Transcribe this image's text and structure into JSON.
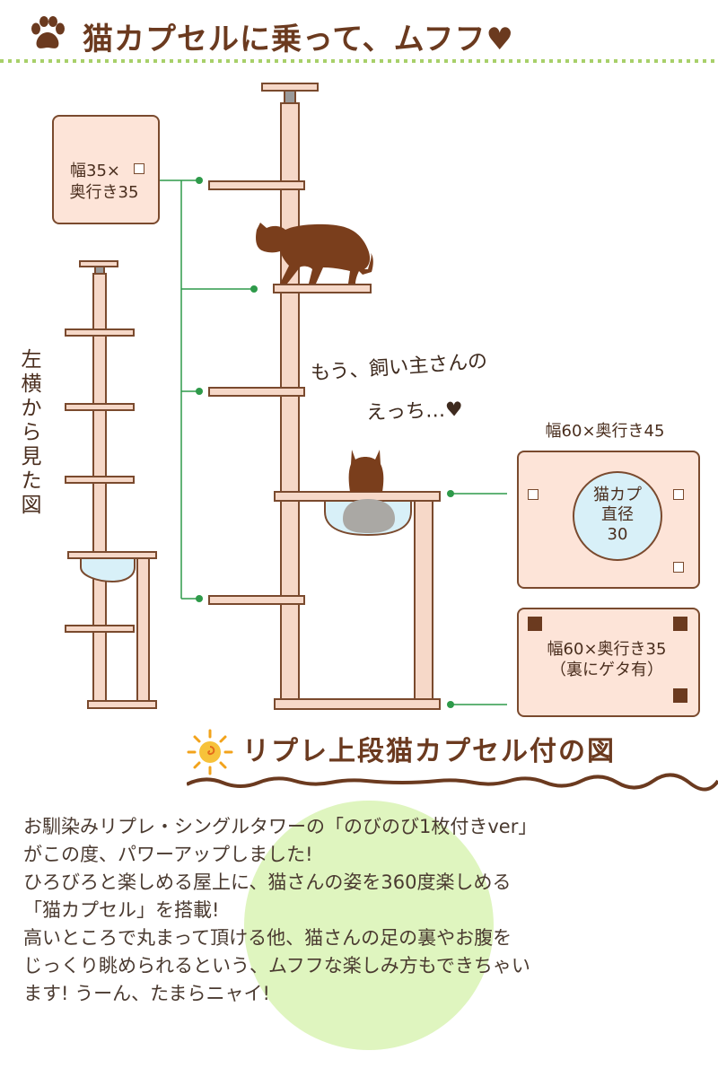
{
  "header": {
    "title": "猫カプセルに乗って、ムフフ♥",
    "icon": "paw-icon"
  },
  "colors": {
    "brown": "#6b3a1f",
    "wood": "#f6d8c8",
    "label_fill": "#fde4d8",
    "connector": "#2e9a4a",
    "green_circle": "#dff5bf",
    "capsule": "#d8f0f8"
  },
  "labels": {
    "top_shelf": [
      "幅35×",
      "奥行き35"
    ],
    "capsule_shelf_title": "幅60×奥行き45",
    "capsule": [
      "猫カプ",
      "直径",
      "30"
    ],
    "base": [
      "幅60×奥行き35",
      "（裏にゲタ有）"
    ]
  },
  "side_view_label": "左横から見た図",
  "speech": {
    "line1": "もう、飼い主さんの",
    "line2": "えっち…♥"
  },
  "figure_title": "リプレ上段猫カプセル付の図",
  "description": [
    "お馴染みリプレ・シングルタワーの「のびのび1枚付きver」",
    "がこの度、パワーアップしました!",
    "ひろびろと楽しめる屋上に、猫さんの姿を360度楽しめる",
    "「猫カプセル」を搭載!",
    "高いところで丸まって頂ける他、猫さんの足の裏やお腹を",
    "じっくり眺められるという、ムフフな楽しみ方もできちゃい",
    "ます! うーん、たまらニャイ!"
  ]
}
